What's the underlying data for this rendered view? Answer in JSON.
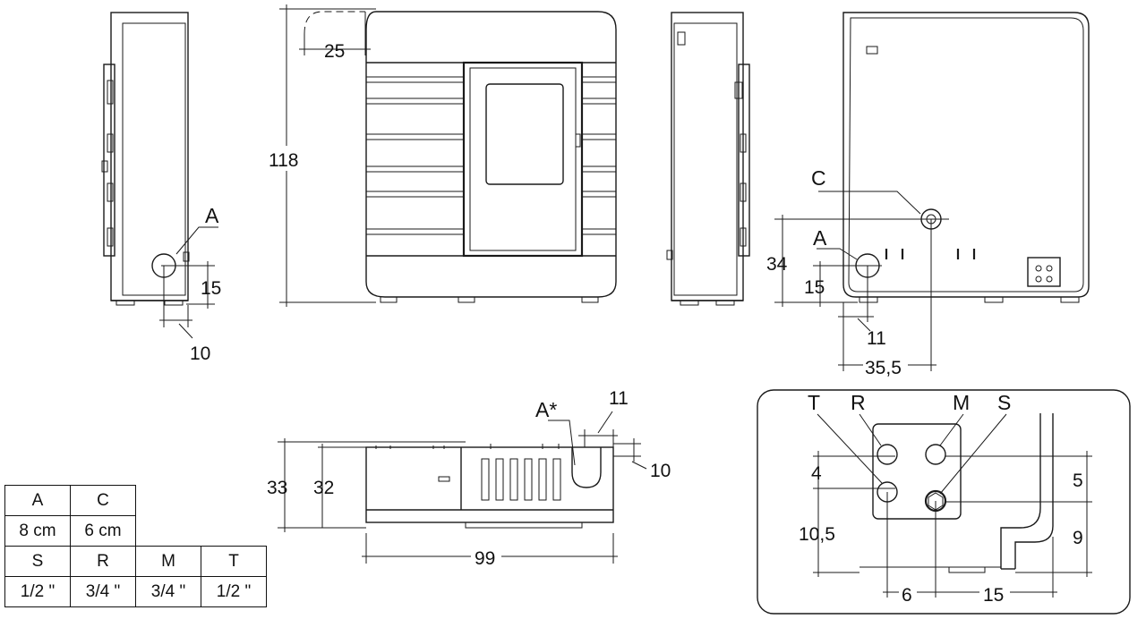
{
  "dimensions": {
    "front_top_offset": "25",
    "front_height": "118",
    "side_left_offset_15": "15",
    "side_left_offset_10": "10",
    "rear_height_34": "34",
    "rear_offset_15": "15",
    "rear_offset_11": "11",
    "rear_width_355": "35,5",
    "top_depth_33": "33",
    "top_depth_32": "32",
    "top_width_99": "99",
    "top_offset_11": "11",
    "top_offset_10": "10",
    "detail_4": "4",
    "detail_105": "10,5",
    "detail_6": "6",
    "detail_15": "15",
    "detail_5": "5",
    "detail_9": "9"
  },
  "labels": {
    "a_side": "A",
    "a_rear": "A",
    "c_rear": "C",
    "a_star": "A*",
    "t": "T",
    "r": "R",
    "m": "M",
    "s": "S"
  },
  "table": {
    "row1": [
      "A",
      "C"
    ],
    "row2": [
      "8 cm",
      "6 cm"
    ],
    "row3": [
      "S",
      "R",
      "M",
      "T"
    ],
    "row4": [
      "1/2 \"",
      "3/4 \"",
      "3/4 \"",
      "1/2 \""
    ]
  }
}
